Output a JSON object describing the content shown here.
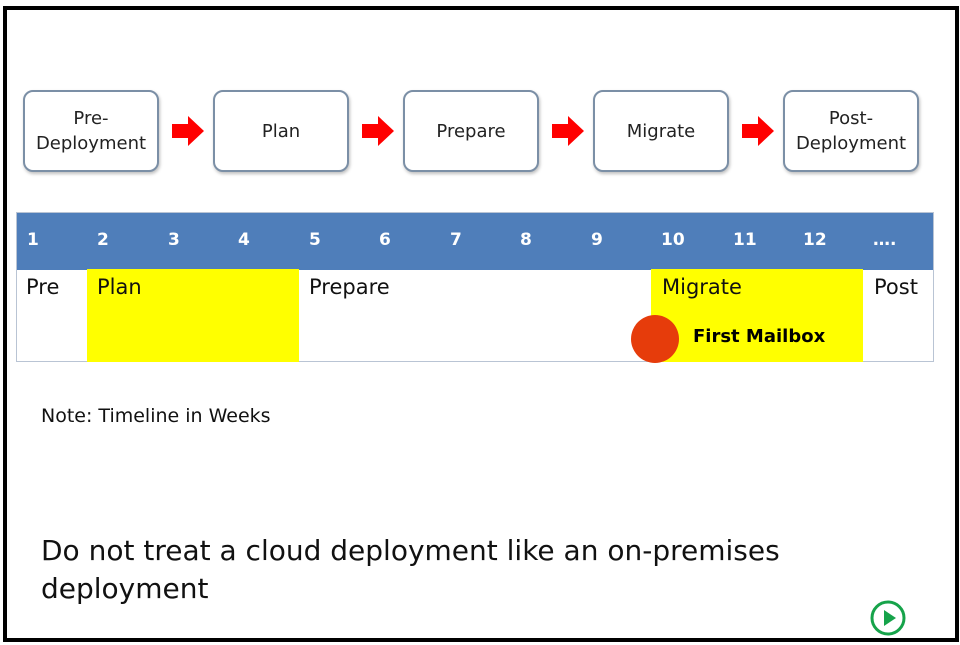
{
  "stages": [
    {
      "label": "Pre-\nDeployment"
    },
    {
      "label": "Plan"
    },
    {
      "label": "Prepare"
    },
    {
      "label": "Migrate"
    },
    {
      "label": "Post-\nDeployment"
    }
  ],
  "timeline": {
    "weeks": [
      "1",
      "2",
      "3",
      "4",
      "5",
      "6",
      "7",
      "8",
      "9",
      "10",
      "11",
      "12",
      "…."
    ],
    "phases": {
      "pre": "Pre",
      "plan": "Plan",
      "prepare": "Prepare",
      "migrate": "Migrate",
      "post": "Post"
    },
    "milestone": "First Mailbox"
  },
  "note": "Note: Timeline in Weeks",
  "tagline": "Do not treat a cloud deployment like an on-premises deployment",
  "colors": {
    "stage_border": "#7b8fa6",
    "arrow": "#ff0000",
    "week_bar": "#4f7eba",
    "highlight": "#ffff00",
    "milestone": "#e63c0b",
    "play": "#16a34a"
  },
  "icons": {
    "arrow": "arrow-right-icon",
    "milestone": "milestone-dot-icon",
    "play": "play-icon"
  }
}
